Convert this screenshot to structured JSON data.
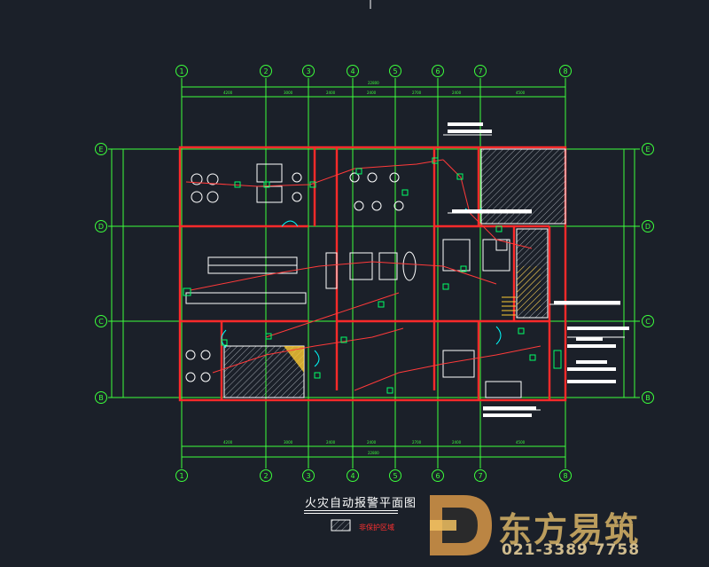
{
  "title": "火灾自动报警平面图",
  "legend": {
    "label": "非保护区域"
  },
  "watermark": {
    "brand": "东方易筑",
    "phone": "021-3389 7758"
  },
  "axes": {
    "columns": [
      "1",
      "2",
      "3",
      "4",
      "5",
      "6",
      "7",
      "8"
    ],
    "rows": [
      "E",
      "D",
      "C",
      "B"
    ]
  },
  "colors": {
    "background": "#1b2029",
    "axis_lines": "#3cff3c",
    "walls": "#ff2a2a",
    "devices": "#00ff66",
    "furniture": "#ffffff",
    "annotations": "#00ffff"
  }
}
